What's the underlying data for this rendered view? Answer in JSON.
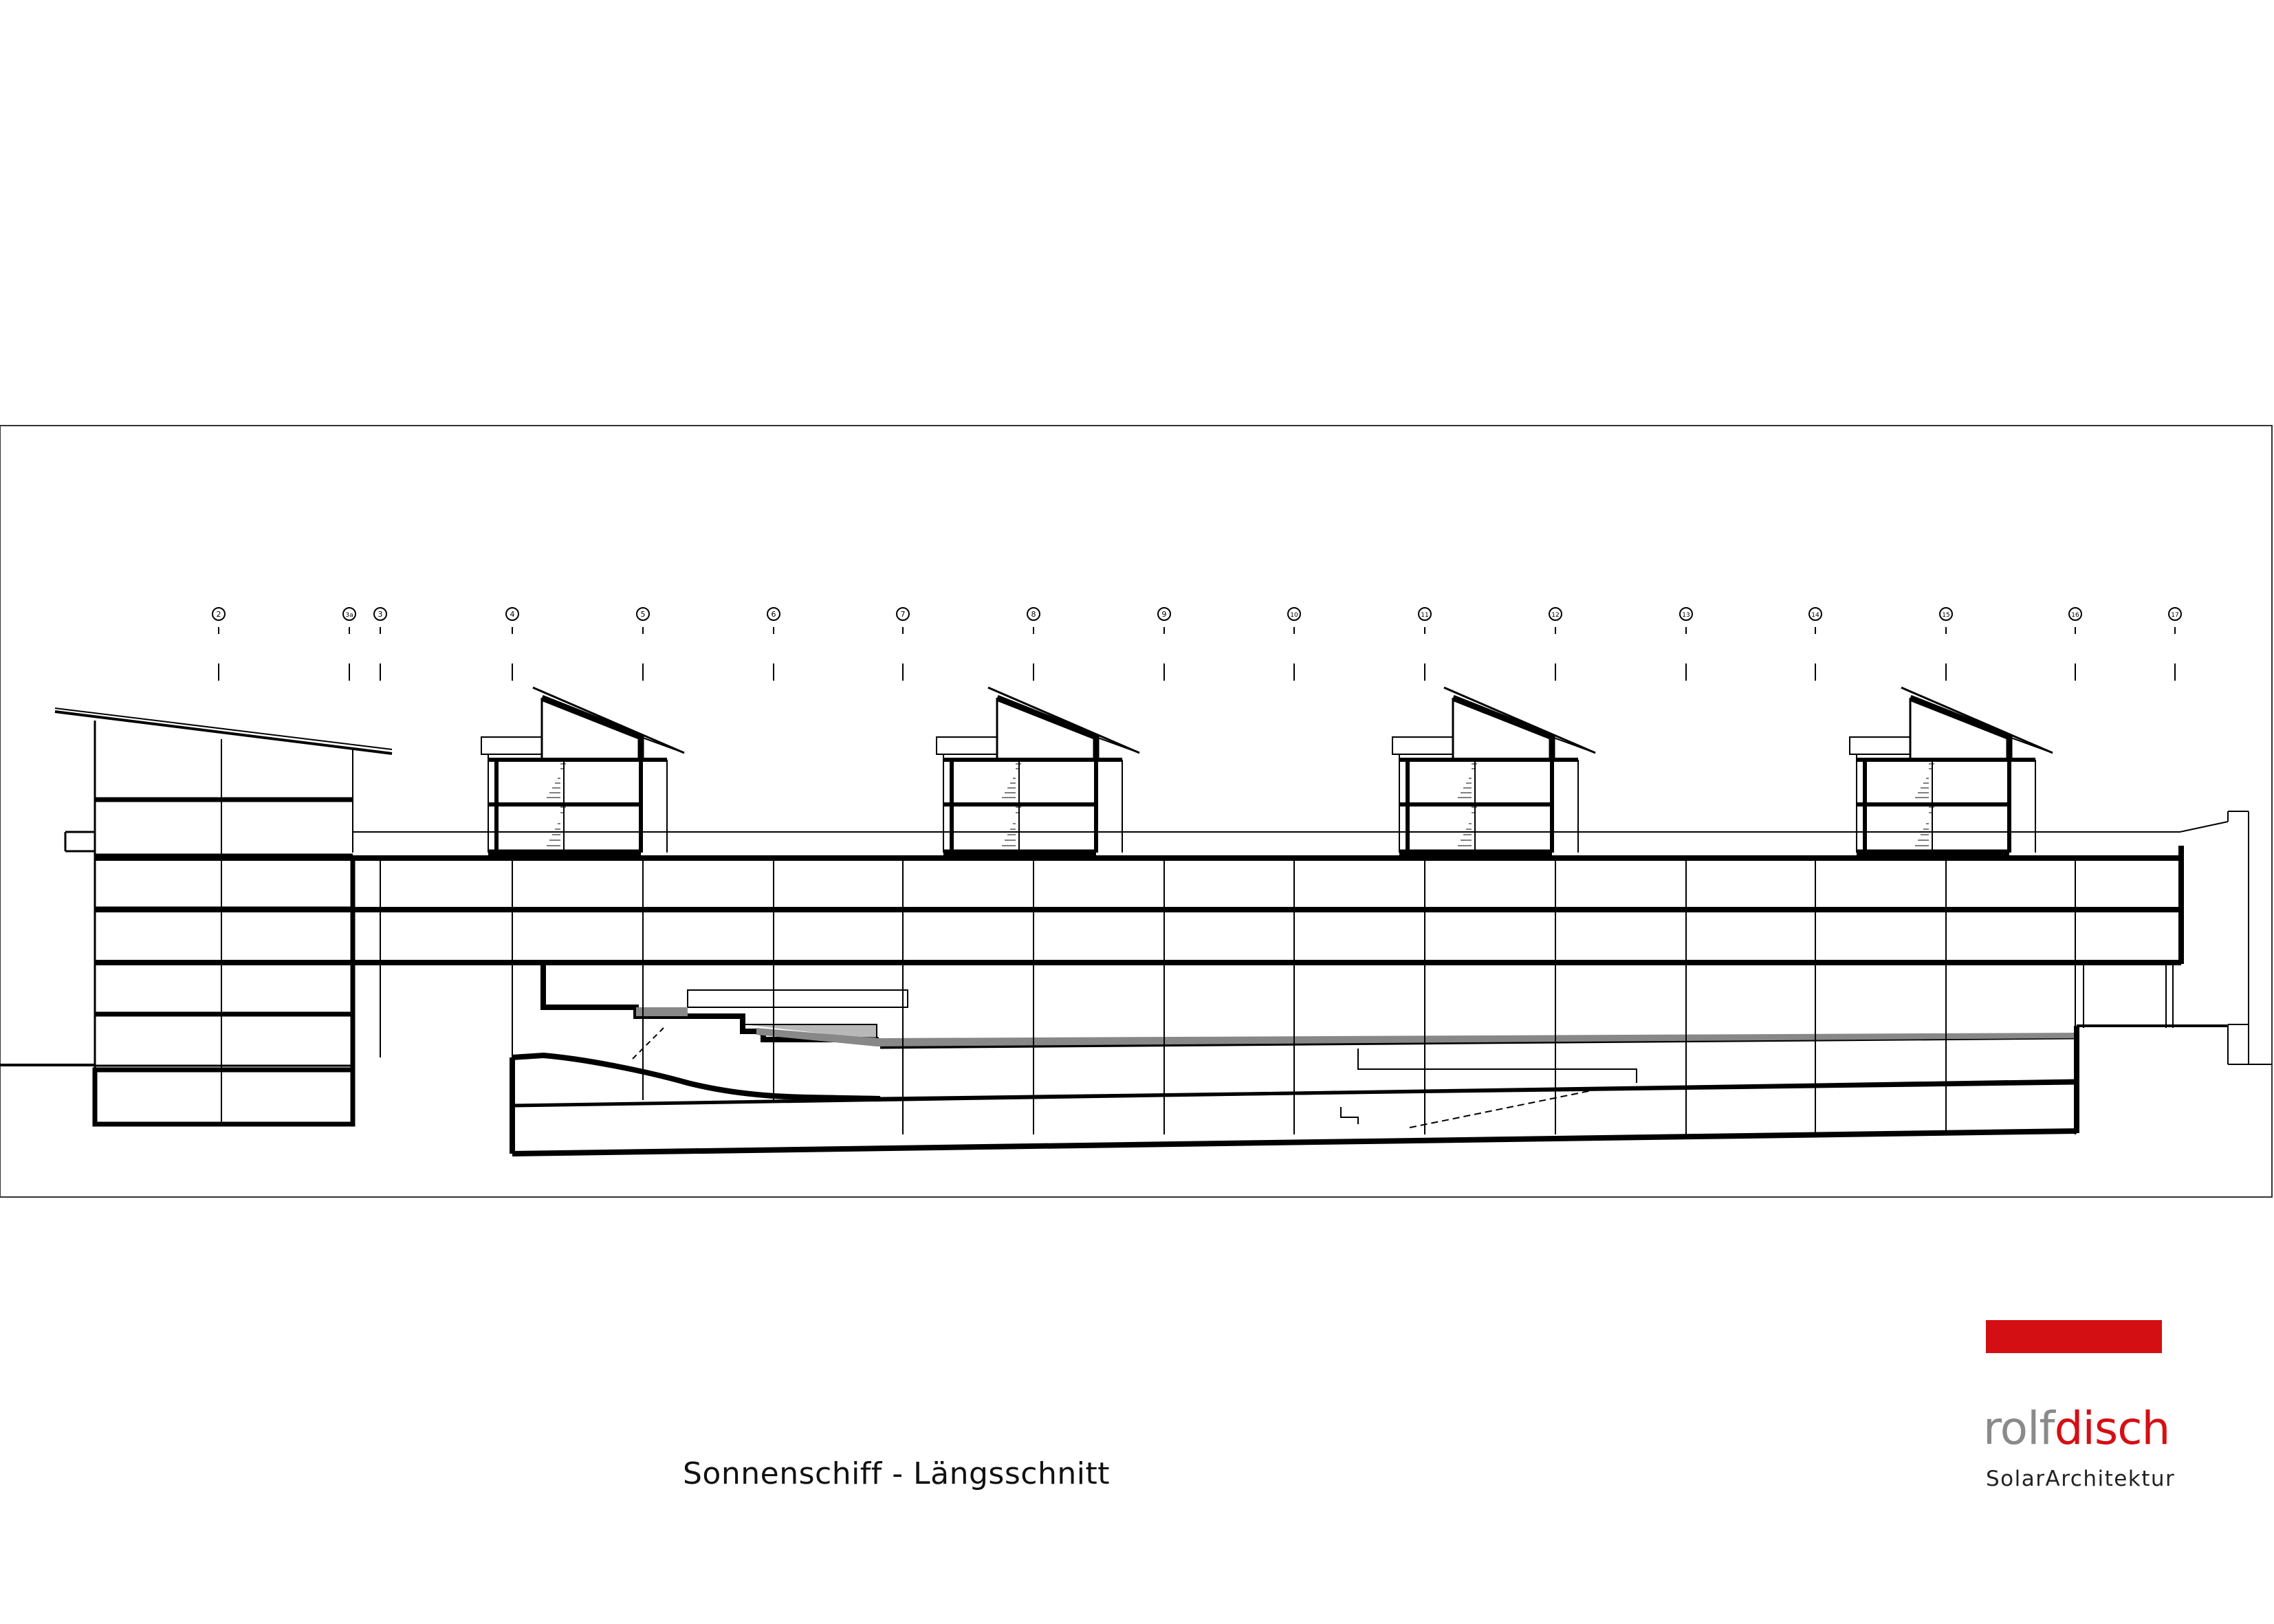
{
  "drawing": {
    "axis_labels": [
      "2",
      "3a",
      "3",
      "4",
      "5",
      "6",
      "7",
      "8",
      "9",
      "10",
      "11",
      "12",
      "13",
      "14",
      "15",
      "16",
      "17"
    ],
    "caption": "Sonnenschiff - Längsschnitt"
  },
  "branding": {
    "logo_part1": "rolf",
    "logo_part2": "disch",
    "tagline": "SolarArchitektur",
    "accent_color": "#d40f14",
    "logo_grey": "#8a8a8a"
  }
}
